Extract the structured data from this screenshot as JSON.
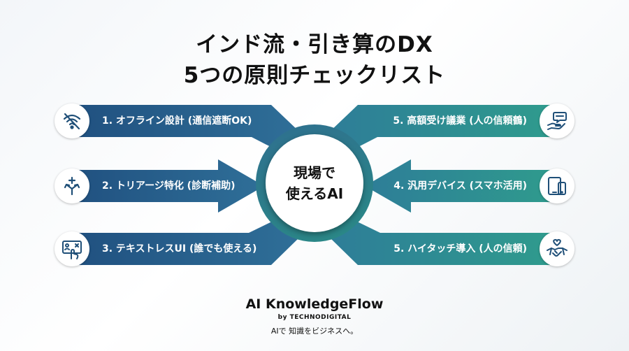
{
  "title": {
    "line1": "インド流・引き算のDX",
    "line2": "5つの原則チェックリスト"
  },
  "center": {
    "line1": "現場で",
    "line2": "使えるAI"
  },
  "left_items": [
    {
      "label": "1. オフライン設計 (通信遮断OK)",
      "icon": "wifi-off-icon"
    },
    {
      "label": "2. トリアージ特化 (診断補助)",
      "icon": "triage-arrows-icon"
    },
    {
      "label": "3. テキストレスUI (誰でも使える)",
      "icon": "touch-interface-icon"
    }
  ],
  "right_items": [
    {
      "label": "5. 高額受け議業 (人の信頼鶴)",
      "icon": "chat-hand-icon"
    },
    {
      "label": "4. 汎用デバイス (スマホ活用)",
      "icon": "mobile-devices-icon"
    },
    {
      "label": "5. ハイタッチ導入 (人の信頼)",
      "icon": "handshake-heart-icon"
    }
  ],
  "brand": {
    "name": "AI KnowledgeFlow",
    "by": "by TECHNODIGITAL",
    "tagline": "AIで 知識をビジネスへ。"
  },
  "colors": {
    "left_arrow_start": "#1f4e7e",
    "left_arrow_end": "#2f6f98",
    "right_arrow_start": "#2e7d98",
    "right_arrow_end": "#2f9e8c",
    "icon": "#1f4f78"
  }
}
